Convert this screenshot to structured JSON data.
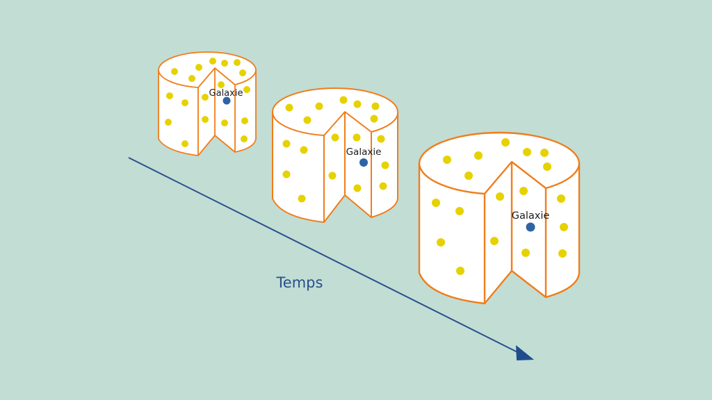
{
  "galaxy_label": "Galaxie",
  "time_label": "Temps",
  "colors": {
    "background": "#c2ddd4",
    "cake_outline": "#ef7d1a",
    "cake_fill": "#ffffff",
    "raisin_dot": "#e6d200",
    "galaxy_dot": "#2e63a6",
    "time_arrow": "#2a4f8a"
  },
  "icons": {
    "cakes": "sliced-cylinder-cake",
    "arrow": "arrow-down-right"
  }
}
